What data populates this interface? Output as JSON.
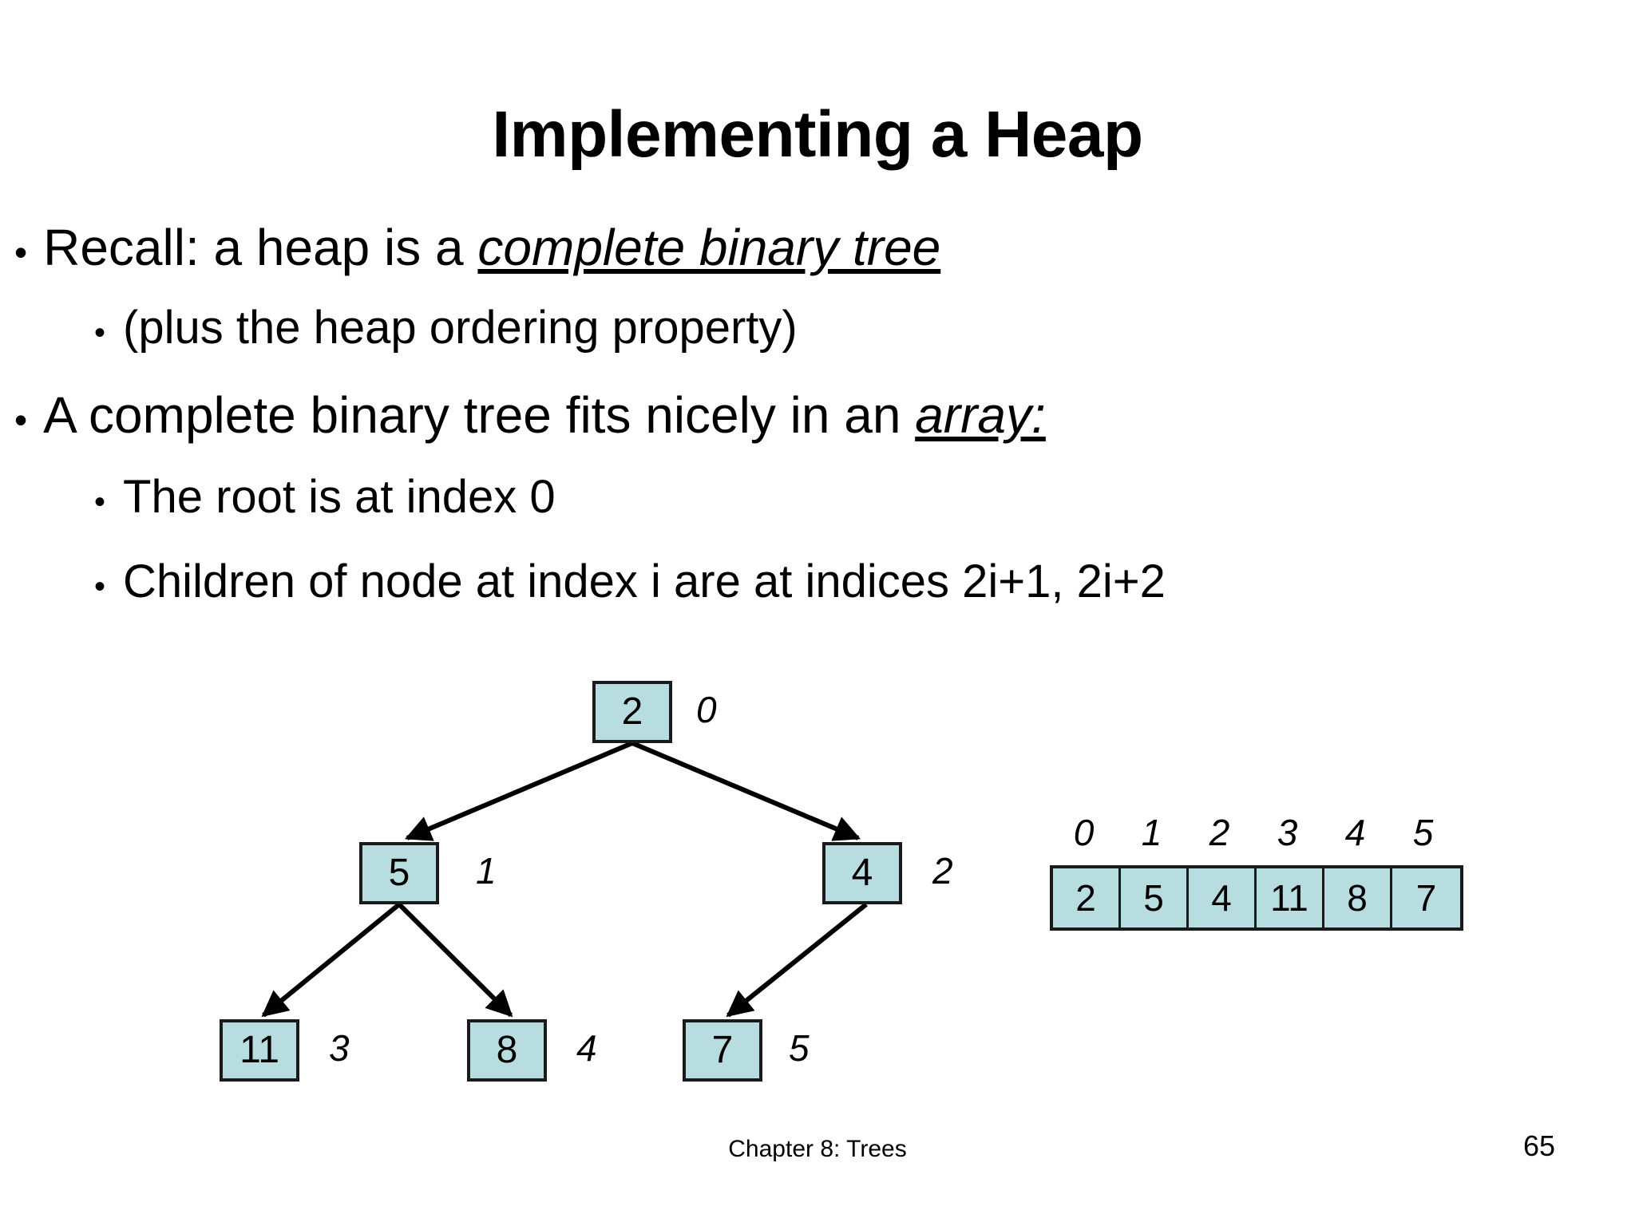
{
  "slide": {
    "title": "Implementing a Heap",
    "footer": "Chapter 8: Trees",
    "page_number": "65",
    "bullet_glyph": "•",
    "background_color": "#ffffff",
    "node_fill_color": "#b7dde0",
    "node_border_color": "#1a1a1a"
  },
  "bullets": [
    {
      "level": 1,
      "pre": "Recall: a heap is a ",
      "emphasis": "complete binary tree",
      "post": ""
    },
    {
      "level": 2,
      "pre": "(plus the heap ordering property)",
      "emphasis": "",
      "post": ""
    },
    {
      "level": 1,
      "pre": "A complete binary tree fits nicely in an ",
      "emphasis": "array:",
      "post": ""
    },
    {
      "level": 2,
      "pre": "The root is at index 0",
      "emphasis": "",
      "post": ""
    },
    {
      "level": 2,
      "pre": "Children of node at index i are at indices 2i+1, 2i+2",
      "emphasis": "",
      "post": ""
    }
  ],
  "tree": {
    "nodes": [
      {
        "value": "2",
        "index": "0"
      },
      {
        "value": "5",
        "index": "1"
      },
      {
        "value": "4",
        "index": "2"
      },
      {
        "value": "11",
        "index": "3"
      },
      {
        "value": "8",
        "index": "4"
      },
      {
        "value": "7",
        "index": "5"
      }
    ],
    "edges": [
      {
        "from": "0",
        "to": "1"
      },
      {
        "from": "0",
        "to": "2"
      },
      {
        "from": "1",
        "to": "3"
      },
      {
        "from": "1",
        "to": "4"
      },
      {
        "from": "2",
        "to": "5"
      }
    ]
  },
  "array": {
    "indices": [
      "0",
      "1",
      "2",
      "3",
      "4",
      "5"
    ],
    "values": [
      "2",
      "5",
      "4",
      "11",
      "8",
      "7"
    ]
  }
}
